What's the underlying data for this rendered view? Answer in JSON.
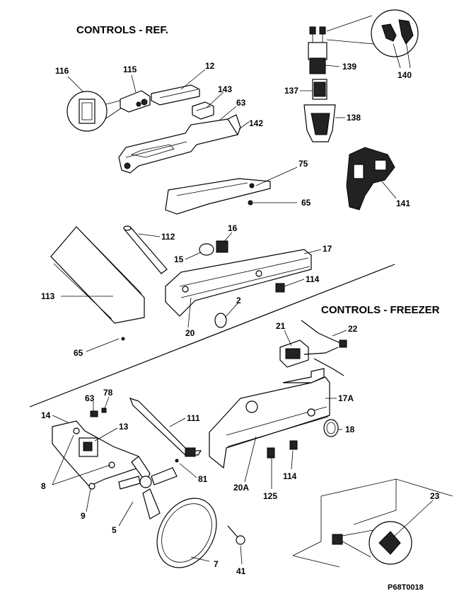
{
  "headings": {
    "ref": "CONTROLS - REF.",
    "freezer": "CONTROLS - FREEZER"
  },
  "drawing_code": "P68T0018",
  "callouts": {
    "c116": "116",
    "c115": "115",
    "c12": "12",
    "c143": "143",
    "c63a": "63",
    "c142": "142",
    "c139": "139",
    "c140": "140",
    "c137": "137",
    "c138": "138",
    "c75": "75",
    "c65a": "65",
    "c141": "141",
    "c112": "112",
    "c16": "16",
    "c15": "15",
    "c17": "17",
    "c113": "113",
    "c114a": "114",
    "c2": "2",
    "c20": "20",
    "c65b": "65",
    "c21": "21",
    "c22": "22",
    "c17A": "17A",
    "c63b": "63",
    "c78": "78",
    "c14": "14",
    "c13": "13",
    "c111": "111",
    "c18": "18",
    "c8": "8",
    "c81": "81",
    "c9": "9",
    "c20A": "20A",
    "c114b": "114",
    "c125": "125",
    "c5": "5",
    "c23": "23",
    "c7": "7",
    "c41": "41"
  }
}
